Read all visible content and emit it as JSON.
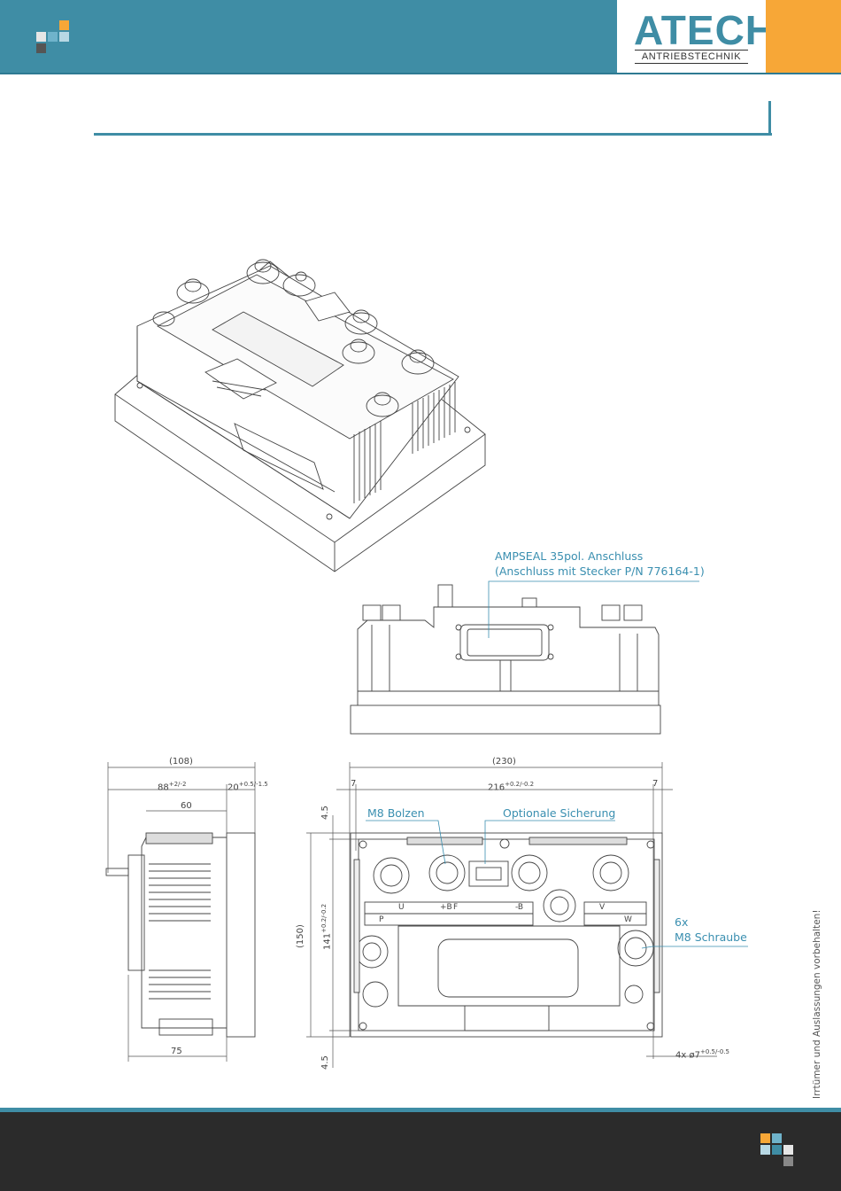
{
  "brand": {
    "name": "ATECH",
    "subtitle": "ANTRIEBSTECHNIK",
    "color_primary": "#3f8da5",
    "color_accent": "#f7a737"
  },
  "callouts": {
    "ampseal_line1": "AMPSEAL 35pol. Anschluss",
    "ampseal_line2": "(Anschluss mit Stecker P/N 776164-1)",
    "m8_bolzen": "M8 Bolzen",
    "optionale_sicherung": "Optionale Sicherung",
    "schraube_count": "6x",
    "schraube_label": "M8 Schraube"
  },
  "dimensions": {
    "side_overall": "(108)",
    "side_main": "88",
    "side_main_tol": "+2/-2",
    "side_lid": "20",
    "side_lid_tol": "+0.5/-1.5",
    "side_inner": "60",
    "side_bottom": "75",
    "top_overall": "(230)",
    "top_inner": "216",
    "top_inner_tol": "+0.2/-0.2",
    "top_margin_left": "7",
    "top_margin_right": "7",
    "height_margin_top": "4.5",
    "height_margin_bottom": "4.5",
    "height_overall": "(150)",
    "height_inner": "141",
    "height_inner_tol": "+0.2/-0.2",
    "holes": "4x ø7",
    "holes_tol": "+0.5/-0.5"
  },
  "terminal_marks": {
    "u": "U",
    "b_plus": "+B",
    "f": "F",
    "b_minus": "-B",
    "p": "P",
    "v": "V",
    "w": "W"
  },
  "disclaimer": "Irrtümer und Auslassungen vorbehalten!"
}
